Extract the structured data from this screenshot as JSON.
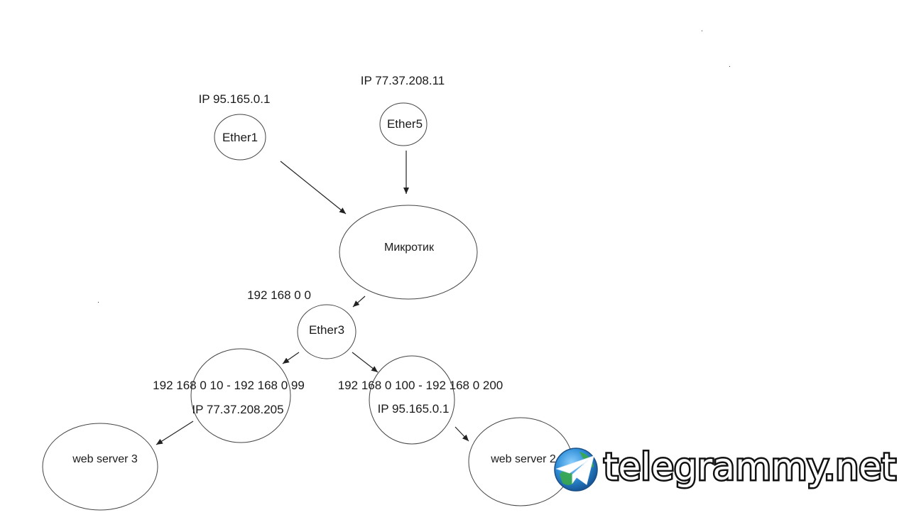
{
  "nodes": {
    "ether1": "Ether1",
    "ether5": "Ether5",
    "router": "Микротик",
    "ether3": "Ether3",
    "web_server_3": "web server 3",
    "web_server_2": "web server 2"
  },
  "labels": {
    "ether1_ip": "IP 95.165.0.1",
    "ether5_ip": "IP 77.37.208.11",
    "ether3_net": "192 168 0 0",
    "left_range": "192 168 0 10 - 192 168 0 99",
    "left_ip": "IP 77.37.208.205",
    "right_range": "192 168 0 100 - 192 168 0 200",
    "right_ip": "IP 95.165.0.1"
  },
  "watermark": {
    "text": "telegrammy.net",
    "icon": "telegram-globe-icon"
  },
  "colors": {
    "stroke": "#222222",
    "watermark_blue": "#2f8fd8",
    "watermark_green": "#3aa84a"
  }
}
